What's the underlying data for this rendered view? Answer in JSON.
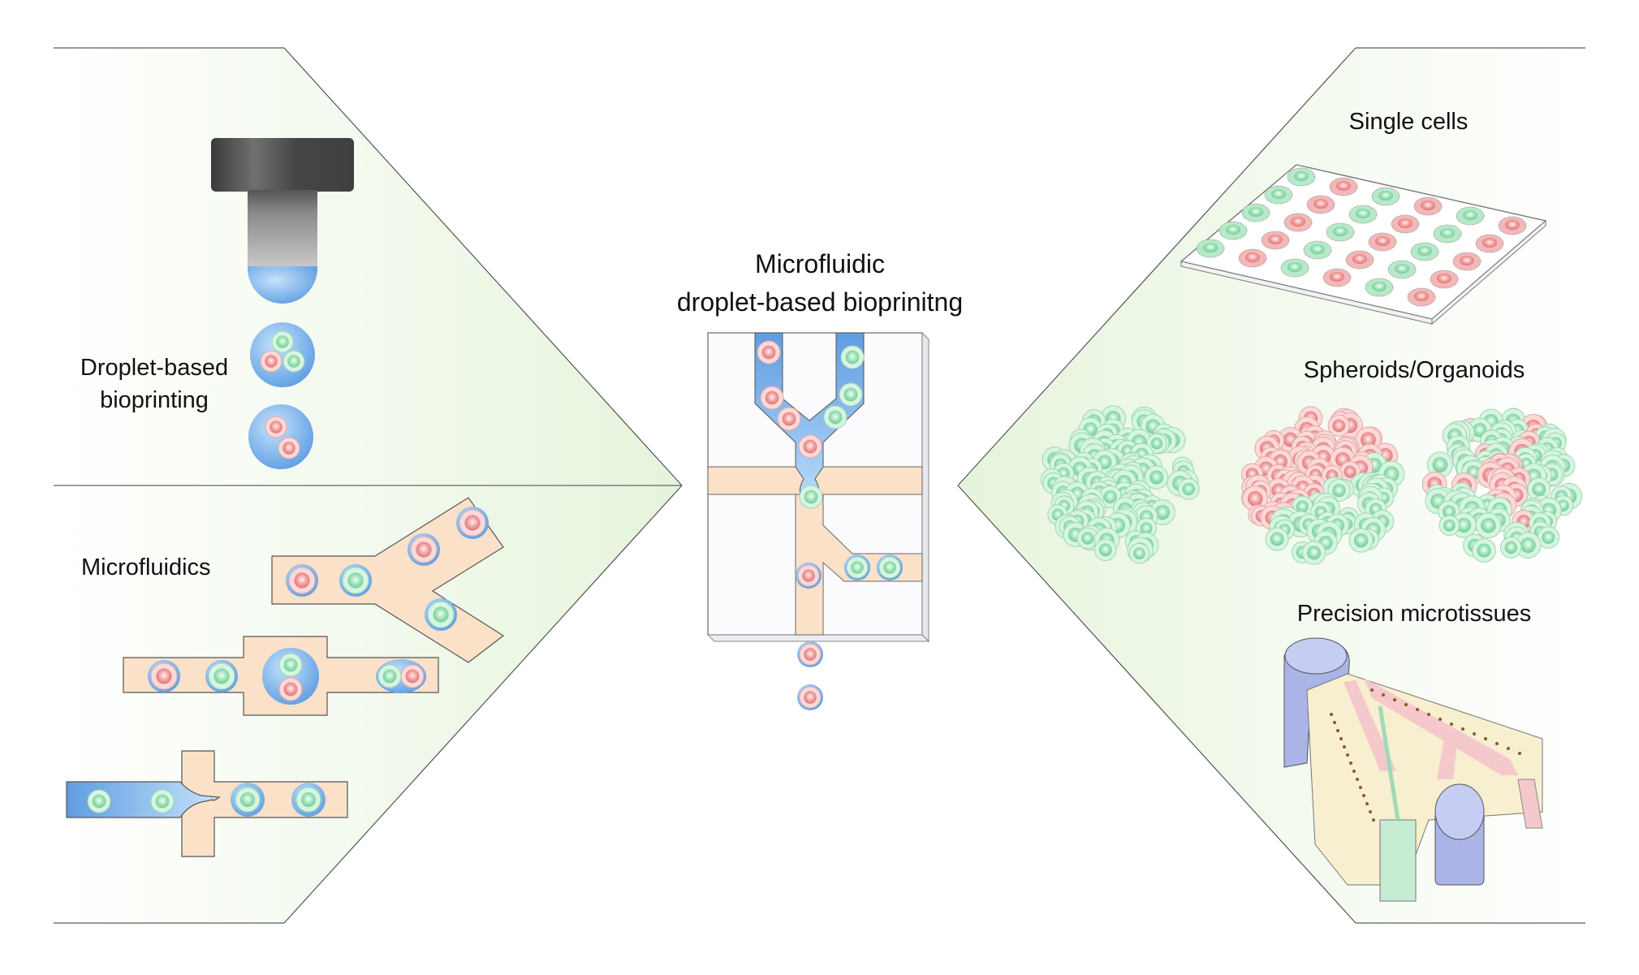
{
  "title": {
    "line1": "Microfluidic",
    "line2": "droplet-based bioprinitng"
  },
  "left_panel": {
    "top_label_line1": "Droplet-based",
    "top_label_line2": "bioprinting",
    "bottom_label": "Microfluidics"
  },
  "right_panel": {
    "single_cells": "Single cells",
    "spheroids": "Spheroids/Organoids",
    "microtissues": "Precision microtissues"
  },
  "colors": {
    "panel_bg": "#eef7e8",
    "channel_peach": "#fbe1c8",
    "droplet_blue": "#5b9be0",
    "droplet_light": "#b8dafa",
    "cell_green": "#8fdcab",
    "cell_red": "#ee8f8f",
    "nozzle_dark": "#454545",
    "outline": "#555555"
  }
}
